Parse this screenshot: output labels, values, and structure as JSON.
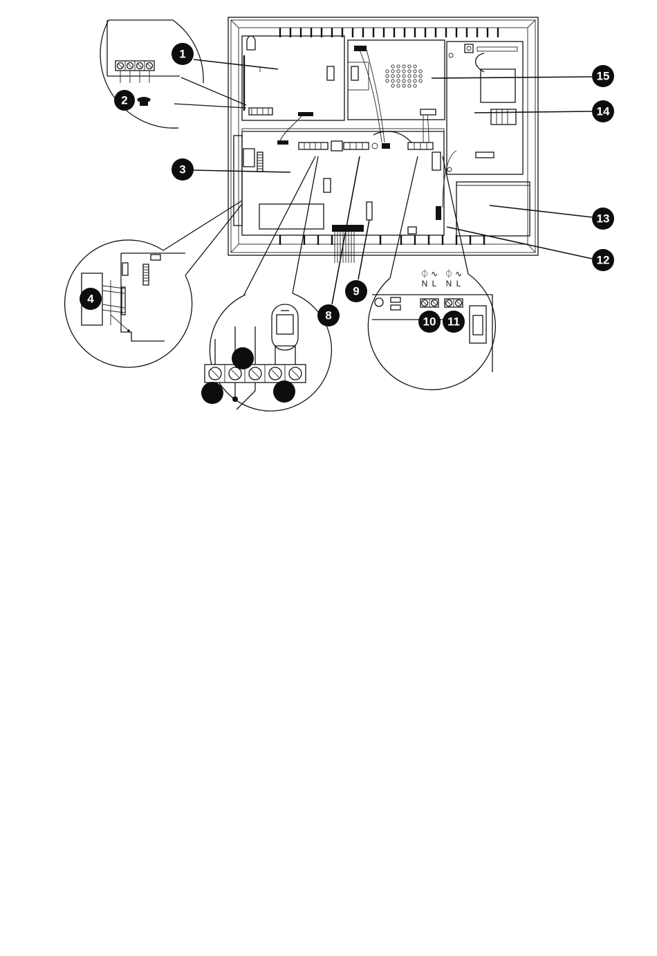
{
  "callouts": [
    {
      "id": "c1",
      "label": "1"
    },
    {
      "id": "c2",
      "label": "2"
    },
    {
      "id": "c3",
      "label": "3"
    },
    {
      "id": "c4",
      "label": "4"
    },
    {
      "id": "c8",
      "label": "8"
    },
    {
      "id": "c9",
      "label": "9"
    },
    {
      "id": "c10",
      "label": "10"
    },
    {
      "id": "c11",
      "label": "11"
    },
    {
      "id": "c12",
      "label": "12"
    },
    {
      "id": "c13",
      "label": "13"
    },
    {
      "id": "c14",
      "label": "14"
    },
    {
      "id": "c15",
      "label": "15"
    }
  ],
  "terminal_labels": {
    "n1": "N",
    "l1": "L",
    "n2": "N",
    "l2": "L",
    "phase_symbol": "⏀",
    "ac_symbol": "∿"
  },
  "icons": {
    "phone": "telephone-icon"
  }
}
